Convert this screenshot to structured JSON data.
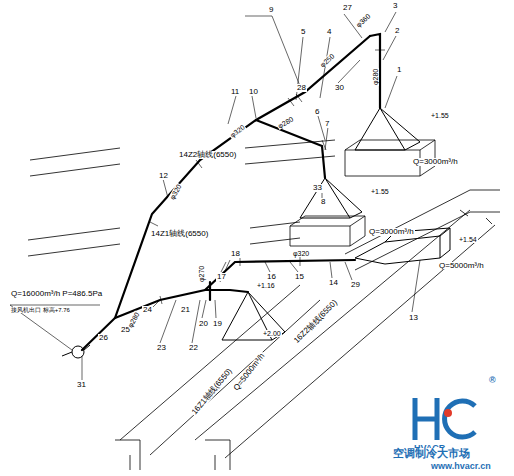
{
  "diagram": {
    "labels": [
      "1",
      "2",
      "3",
      "4",
      "5",
      "6",
      "7",
      "8",
      "9",
      "10",
      "11",
      "12",
      "13",
      "14",
      "15",
      "16",
      "17",
      "18",
      "19",
      "20",
      "21",
      "22",
      "23",
      "24",
      "25",
      "26",
      "27",
      "28",
      "29",
      "30",
      "31",
      "33",
      "φ250",
      "φ360",
      "φ280",
      "φ280",
      "φ320",
      "φ320",
      "φ320",
      "φ270",
      "φ280",
      "Q=3000m³/h",
      "Q=3000m³/h",
      "Q=5000m³/h",
      "Q=5000m³/h",
      "Q=16000m³/h P=486.5Pa",
      "+1.55",
      "+1.55",
      "+1.54",
      "+2.00",
      "+1.16",
      "14Z2轴线(6550)",
      "14Z1轴线(6550)",
      "16Z1轴线(6550)",
      "16Z2轴线(6550)",
      "接风机出口 标高+7.76",
      "HVACR",
      "®",
      "空调制冷大市场",
      "www.hvacr.cn"
    ]
  }
}
